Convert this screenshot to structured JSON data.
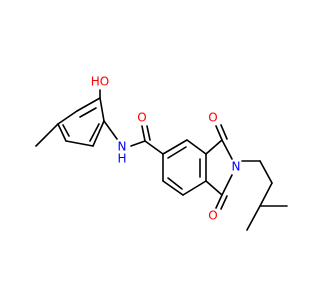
{
  "colors": {
    "bond": "#000000",
    "oxygen": "#ff0000",
    "nitrogen": "#0000ff",
    "background": "#ffffff"
  },
  "atoms": {
    "hydroxyl_O": "HO",
    "amide_NH": "N\nH",
    "amide_N_letter": "N",
    "amide_H_letter": "H",
    "amide_O": "O",
    "imide_N": "N",
    "imide_O_top": "O",
    "imide_O_bottom": "O"
  }
}
